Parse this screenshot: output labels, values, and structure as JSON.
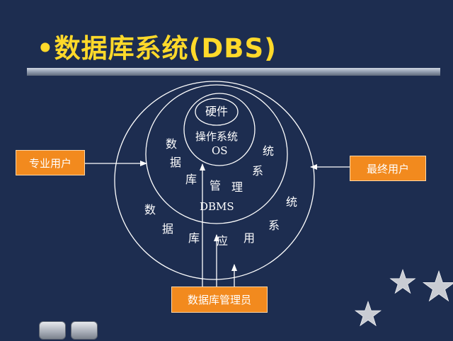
{
  "title": "•数据库系统(DBS)",
  "diagram": {
    "hardware": "硬件",
    "os_line1": "操作系统",
    "os_line2": "OS",
    "dbms_chars": [
      "数",
      "据",
      "库",
      "管",
      "理"
    ],
    "dbms_sys_chars": [
      "统",
      "系"
    ],
    "dbms_label": "DBMS",
    "app_chars": [
      "数",
      "据",
      "库",
      "应",
      "用"
    ],
    "app_sys_chars": [
      "统",
      "系"
    ]
  },
  "boxes": {
    "professional_user": "专业用户",
    "end_user": "最终用户",
    "dba": "数据库管理员"
  },
  "colors": {
    "background": "#1d2d50",
    "title": "#ffd92a",
    "box_fill": "#f28a1e",
    "lines": "#ffffff"
  },
  "nav": {
    "prev_icon": "prev-button-icon",
    "next_icon": "next-button-icon"
  }
}
